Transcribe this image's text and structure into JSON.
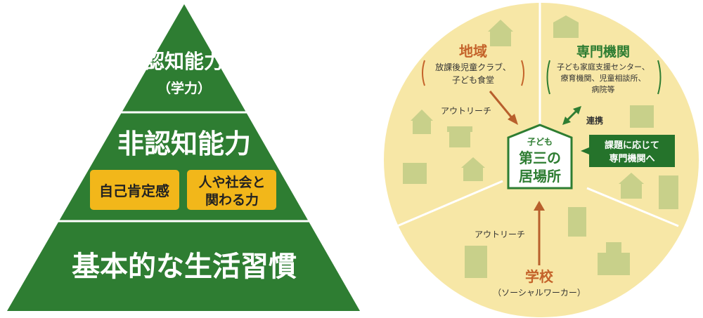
{
  "pyramid": {
    "top_title": "認知能力",
    "top_sub": "（学力）",
    "mid_title": "非認知能力",
    "box1": "自己肯定感",
    "box2_line1": "人や社会と",
    "box2_line2": "関わる力",
    "bottom_title": "基本的な生活習慣"
  },
  "circle": {
    "center_line1": "子ども",
    "center_line2": "第三の",
    "center_line3": "居場所",
    "community_title": "地域",
    "community_line1": "放課後児童クラブ、",
    "community_line2": "子ども食堂",
    "specialist_title": "専門機関",
    "specialist_line1": "子ども家庭支援センター、",
    "specialist_line2": "療育機関、児童相談所、",
    "specialist_line3": "病院等",
    "outreach_top": "アウトリーチ",
    "outreach_bottom": "アウトリーチ",
    "cooperation": "連携",
    "referral_line1": "課題に応じて",
    "referral_line2": "専門機関へ",
    "school_title": "学校",
    "school_sub": "（ソーシャルワーカー）"
  },
  "colors": {
    "green": "#2e7d32",
    "dark_green": "#25732b",
    "yellow_box": "#f2b71a",
    "circle_fill": "#f7e7a6",
    "icon_fill": "#c8d08a",
    "orange": "#c4632a",
    "brown_arrow": "#b85f2c"
  }
}
